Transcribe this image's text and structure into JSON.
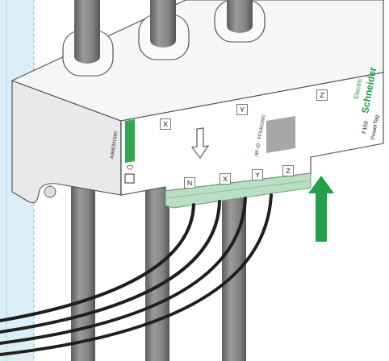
{
  "diagram": {
    "nodes": [
      {
        "text": [
          "X"
        ]
      },
      {
        "text": [
          "Y"
        ]
      },
      {
        "text": [
          "Z"
        ]
      },
      {
        "text": [
          "N"
        ]
      },
      {
        "text": [
          "X"
        ]
      },
      {
        "text": [
          "Y"
        ]
      },
      {
        "text": [
          "Z"
        ]
      }
    ],
    "labels": [
      "Schneider",
      "Electric",
      "PowerTag",
      "F160",
      "RF-ID : FF5000000",
      "A9MEM1560"
    ]
  }
}
